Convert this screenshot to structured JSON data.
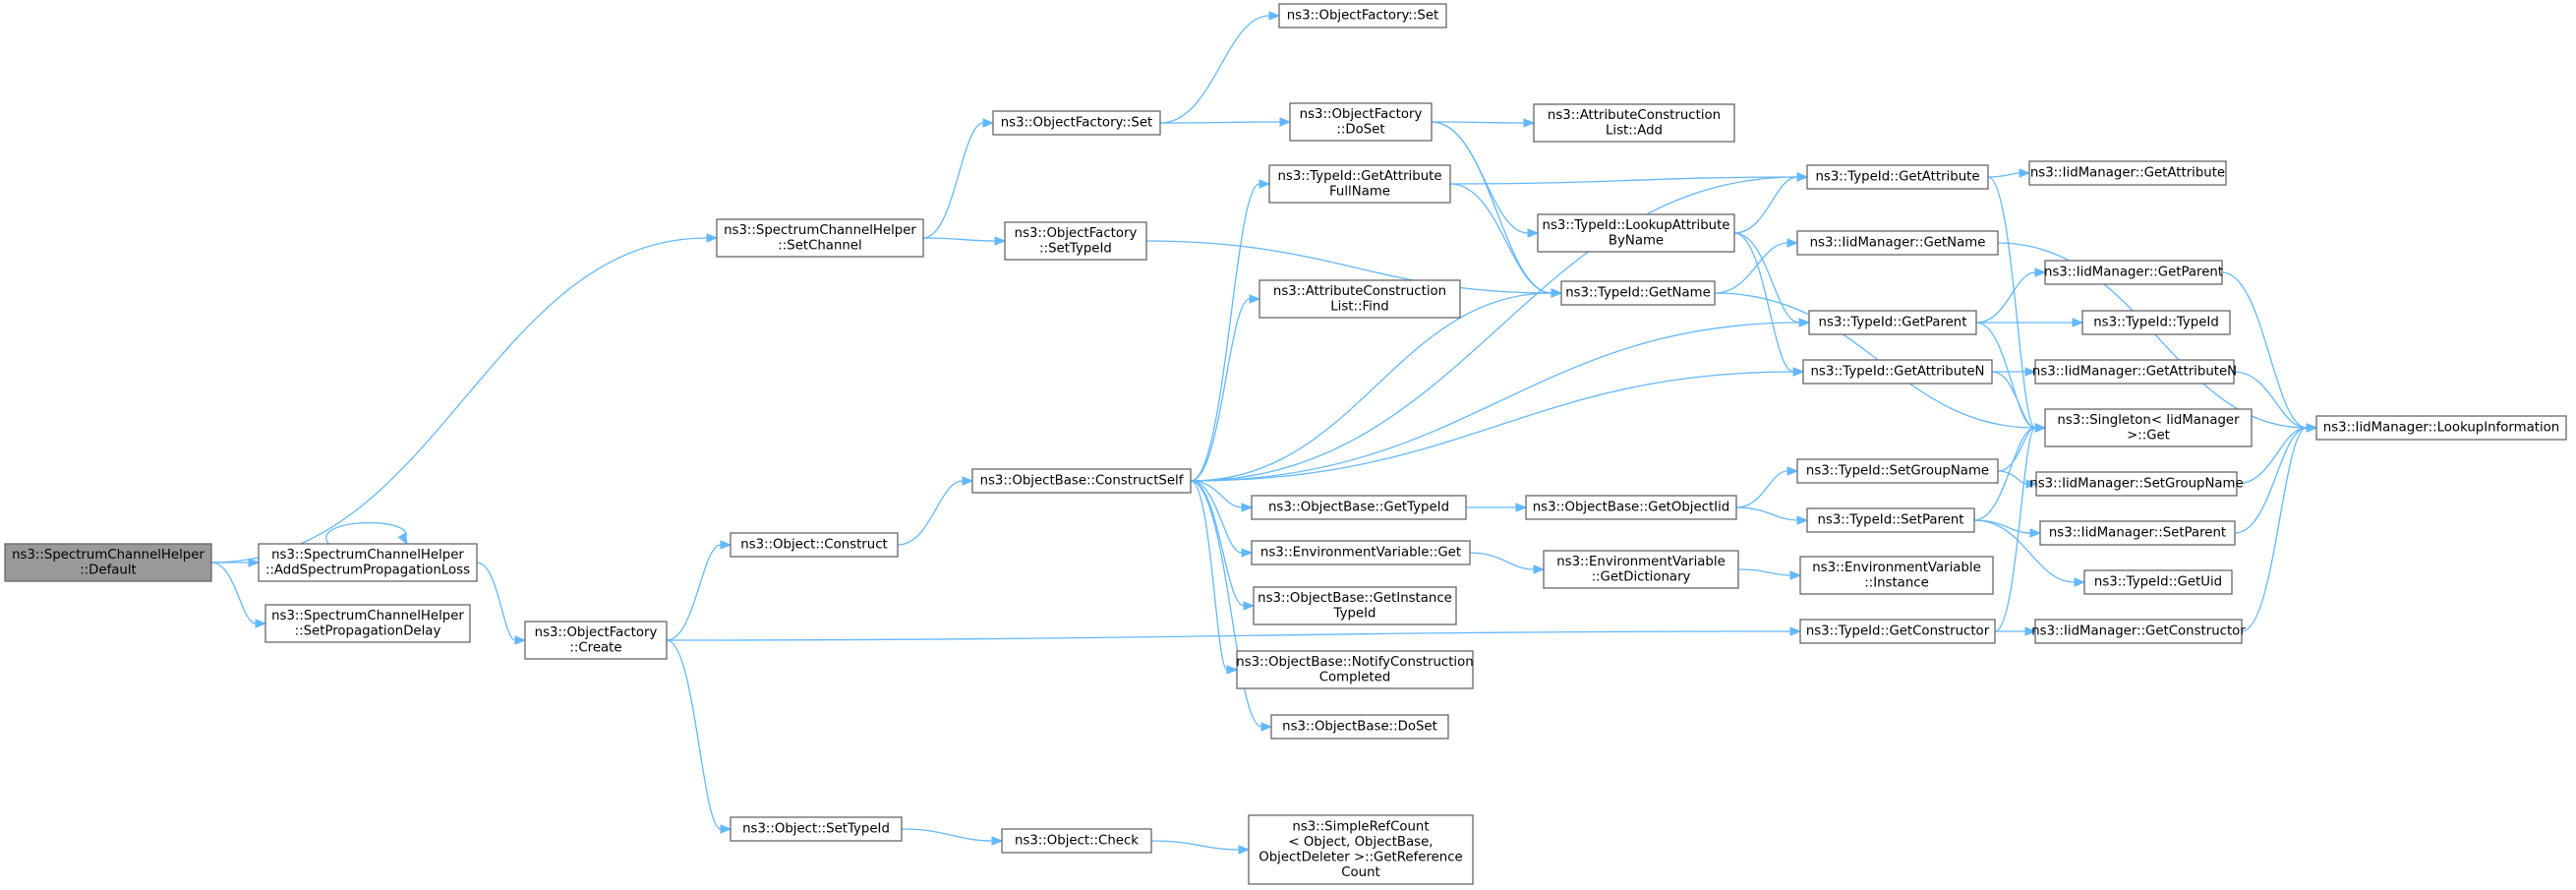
{
  "graph": {
    "edge_color": "#63b8ff",
    "node_border": "#666666",
    "root_fill": "#999999",
    "nodes": [
      {
        "id": "default",
        "lines": [
          "ns3::SpectrumChannelHelper",
          "::Default"
        ],
        "root": true
      },
      {
        "id": "setchannel",
        "lines": [
          "ns3::SpectrumChannelHelper",
          "::SetChannel"
        ]
      },
      {
        "id": "addprop",
        "lines": [
          "ns3::SpectrumChannelHelper",
          "::AddSpectrumPropagationLoss"
        ]
      },
      {
        "id": "setpropdelay",
        "lines": [
          "ns3::SpectrumChannelHelper",
          "::SetPropagationDelay"
        ]
      },
      {
        "id": "of_set",
        "lines": [
          "ns3::ObjectFactory::Set"
        ]
      },
      {
        "id": "of_settypeid",
        "lines": [
          "ns3::ObjectFactory",
          "::SetTypeId"
        ]
      },
      {
        "id": "of_create",
        "lines": [
          "ns3::ObjectFactory",
          "::Create"
        ]
      },
      {
        "id": "obj_construct",
        "lines": [
          "ns3::Object::Construct"
        ]
      },
      {
        "id": "obj_settypeid",
        "lines": [
          "ns3::Object::SetTypeId"
        ]
      },
      {
        "id": "ob_constructself",
        "lines": [
          "ns3::ObjectBase::ConstructSelf"
        ]
      },
      {
        "id": "obj_check",
        "lines": [
          "ns3::Object::Check"
        ]
      },
      {
        "id": "of_set_top",
        "lines": [
          "ns3::ObjectFactory::Set"
        ]
      },
      {
        "id": "of_doset",
        "lines": [
          "ns3::ObjectFactory",
          "::DoSet"
        ]
      },
      {
        "id": "tid_getattrfullname",
        "lines": [
          "ns3::TypeId::GetAttribute",
          "FullName"
        ]
      },
      {
        "id": "acl_find",
        "lines": [
          "ns3::AttributeConstruction",
          "List::Find"
        ]
      },
      {
        "id": "ob_gettypeid",
        "lines": [
          "ns3::ObjectBase::GetTypeId"
        ]
      },
      {
        "id": "env_get",
        "lines": [
          "ns3::EnvironmentVariable::Get"
        ]
      },
      {
        "id": "ob_getinstancetypeid",
        "lines": [
          "ns3::ObjectBase::GetInstance",
          "TypeId"
        ]
      },
      {
        "id": "ob_notify",
        "lines": [
          "ns3::ObjectBase::NotifyConstruction",
          "Completed"
        ]
      },
      {
        "id": "ob_doset",
        "lines": [
          "ns3::ObjectBase::DoSet"
        ]
      },
      {
        "id": "src_getref",
        "lines": [
          "ns3::SimpleRefCount",
          "< Object, ObjectBase,",
          " ObjectDeleter >::GetReference",
          "Count"
        ]
      },
      {
        "id": "acl_add",
        "lines": [
          "ns3::AttributeConstruction",
          "List::Add"
        ]
      },
      {
        "id": "tid_lookupattr",
        "lines": [
          "ns3::TypeId::LookupAttribute",
          "ByName"
        ]
      },
      {
        "id": "tid_getname",
        "lines": [
          "ns3::TypeId::GetName"
        ]
      },
      {
        "id": "ob_getobjectiid",
        "lines": [
          "ns3::ObjectBase::GetObjectIid"
        ]
      },
      {
        "id": "env_getdict",
        "lines": [
          "ns3::EnvironmentVariable",
          "::GetDictionary"
        ]
      },
      {
        "id": "tid_getattribute",
        "lines": [
          "ns3::TypeId::GetAttribute"
        ]
      },
      {
        "id": "iid_getname",
        "lines": [
          "ns3::IidManager::GetName"
        ]
      },
      {
        "id": "tid_getparent",
        "lines": [
          "ns3::TypeId::GetParent"
        ]
      },
      {
        "id": "tid_getattributen",
        "lines": [
          "ns3::TypeId::GetAttributeN"
        ]
      },
      {
        "id": "tid_setgroupname",
        "lines": [
          "ns3::TypeId::SetGroupName"
        ]
      },
      {
        "id": "tid_setparent",
        "lines": [
          "ns3::TypeId::SetParent"
        ]
      },
      {
        "id": "env_instance",
        "lines": [
          "ns3::EnvironmentVariable",
          "::Instance"
        ]
      },
      {
        "id": "tid_getconstructor",
        "lines": [
          "ns3::TypeId::GetConstructor"
        ]
      },
      {
        "id": "iid_getattribute",
        "lines": [
          "ns3::IidManager::GetAttribute"
        ]
      },
      {
        "id": "iid_getparent",
        "lines": [
          "ns3::IidManager::GetParent"
        ]
      },
      {
        "id": "tid_typeid",
        "lines": [
          "ns3::TypeId::TypeId"
        ]
      },
      {
        "id": "iid_getattributen",
        "lines": [
          "ns3::IidManager::GetAttributeN"
        ]
      },
      {
        "id": "singleton_get",
        "lines": [
          "ns3::Singleton< IidManager",
          " >::Get"
        ]
      },
      {
        "id": "iid_setgroupname",
        "lines": [
          "ns3::IidManager::SetGroupName"
        ]
      },
      {
        "id": "iid_setparent",
        "lines": [
          "ns3::IidManager::SetParent"
        ]
      },
      {
        "id": "tid_getuid",
        "lines": [
          "ns3::TypeId::GetUid"
        ]
      },
      {
        "id": "iid_getconstructor",
        "lines": [
          "ns3::IidManager::GetConstructor"
        ]
      },
      {
        "id": "iid_lookupinfo",
        "lines": [
          "ns3::IidManager::LookupInformation"
        ]
      }
    ],
    "edges": [
      [
        "default",
        "setchannel"
      ],
      [
        "default",
        "addprop"
      ],
      [
        "default",
        "setpropdelay"
      ],
      [
        "addprop",
        "addprop"
      ],
      [
        "addprop",
        "of_create"
      ],
      [
        "setchannel",
        "of_set"
      ],
      [
        "setchannel",
        "of_settypeid"
      ],
      [
        "of_set",
        "of_set_top"
      ],
      [
        "of_set",
        "of_doset"
      ],
      [
        "of_settypeid",
        "tid_getname"
      ],
      [
        "of_create",
        "obj_construct"
      ],
      [
        "of_create",
        "obj_settypeid"
      ],
      [
        "of_create",
        "tid_getconstructor"
      ],
      [
        "obj_construct",
        "ob_constructself"
      ],
      [
        "obj_settypeid",
        "obj_check"
      ],
      [
        "obj_check",
        "src_getref"
      ],
      [
        "ob_constructself",
        "tid_getattrfullname"
      ],
      [
        "ob_constructself",
        "acl_find"
      ],
      [
        "ob_constructself",
        "ob_gettypeid"
      ],
      [
        "ob_constructself",
        "env_get"
      ],
      [
        "ob_constructself",
        "ob_getinstancetypeid"
      ],
      [
        "ob_constructself",
        "ob_notify"
      ],
      [
        "ob_constructself",
        "ob_doset"
      ],
      [
        "ob_constructself",
        "tid_getattribute"
      ],
      [
        "ob_constructself",
        "tid_getname"
      ],
      [
        "ob_constructself",
        "tid_getparent"
      ],
      [
        "ob_constructself",
        "tid_getattributen"
      ],
      [
        "of_doset",
        "acl_add"
      ],
      [
        "of_doset",
        "tid_lookupattr"
      ],
      [
        "of_doset",
        "tid_getname"
      ],
      [
        "tid_getattrfullname",
        "tid_getattribute"
      ],
      [
        "tid_getattrfullname",
        "tid_getname"
      ],
      [
        "tid_lookupattr",
        "tid_getattribute"
      ],
      [
        "tid_lookupattr",
        "tid_getparent"
      ],
      [
        "tid_lookupattr",
        "tid_getattributen"
      ],
      [
        "ob_gettypeid",
        "ob_getobjectiid"
      ],
      [
        "env_get",
        "env_getdict"
      ],
      [
        "env_getdict",
        "env_instance"
      ],
      [
        "ob_getobjectiid",
        "tid_setgroupname"
      ],
      [
        "ob_getobjectiid",
        "tid_setparent"
      ],
      [
        "tid_getattribute",
        "iid_getattribute"
      ],
      [
        "tid_getattribute",
        "singleton_get"
      ],
      [
        "tid_getname",
        "iid_getname"
      ],
      [
        "tid_getname",
        "singleton_get"
      ],
      [
        "tid_getparent",
        "iid_getparent"
      ],
      [
        "tid_getparent",
        "tid_typeid"
      ],
      [
        "tid_getparent",
        "singleton_get"
      ],
      [
        "tid_getattributen",
        "iid_getattributen"
      ],
      [
        "tid_getattributen",
        "singleton_get"
      ],
      [
        "tid_setgroupname",
        "iid_setgroupname"
      ],
      [
        "tid_setgroupname",
        "singleton_get"
      ],
      [
        "tid_setparent",
        "iid_setparent"
      ],
      [
        "tid_setparent",
        "tid_getuid"
      ],
      [
        "tid_setparent",
        "singleton_get"
      ],
      [
        "tid_getconstructor",
        "iid_getconstructor"
      ],
      [
        "tid_getconstructor",
        "singleton_get"
      ],
      [
        "iid_getname",
        "iid_lookupinfo"
      ],
      [
        "iid_getparent",
        "iid_lookupinfo"
      ],
      [
        "iid_getattributen",
        "iid_lookupinfo"
      ],
      [
        "iid_setgroupname",
        "iid_lookupinfo"
      ],
      [
        "iid_setparent",
        "iid_lookupinfo"
      ],
      [
        "iid_getconstructor",
        "iid_lookupinfo"
      ]
    ]
  }
}
